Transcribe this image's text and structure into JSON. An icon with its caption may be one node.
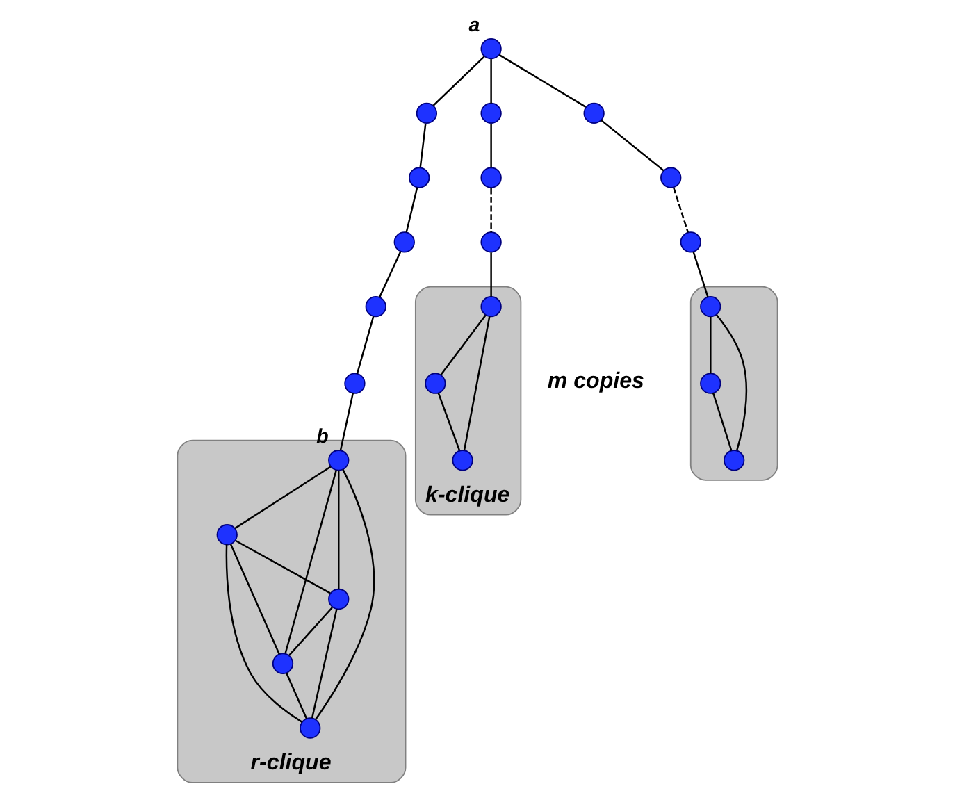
{
  "diagram": {
    "nodes": [
      {
        "text": [],
        "shape": "circle",
        "beside": [
          "a"
        ]
      },
      {
        "text": [],
        "shape": "circle"
      },
      {
        "text": [],
        "shape": "circle"
      },
      {
        "text": [],
        "shape": "circle"
      },
      {
        "text": [],
        "shape": "circle"
      },
      {
        "text": [],
        "shape": "circle"
      },
      {
        "text": [],
        "shape": "circle"
      },
      {
        "text": [],
        "shape": "circle"
      },
      {
        "text": [],
        "shape": "circle"
      },
      {
        "text": [],
        "shape": "cloud",
        "beside": [
          "k-clique"
        ]
      },
      {
        "text": [],
        "shape": "circle",
        "in": 9
      },
      {
        "text": [],
        "shape": "circle",
        "in": 9
      },
      {
        "text": [],
        "shape": "circle",
        "in": 9
      },
      {
        "text": [],
        "shape": "circle"
      },
      {
        "text": [],
        "shape": "circle"
      },
      {
        "text": [],
        "shape": "circle"
      },
      {
        "text": [],
        "shape": "cloud"
      },
      {
        "text": [],
        "shape": "circle",
        "in": 16
      },
      {
        "text": [],
        "shape": "circle",
        "in": 16
      },
      {
        "text": [],
        "shape": "circle",
        "in": 16
      },
      {
        "text": [],
        "shape": "cloud",
        "beside": [
          "r-clique"
        ]
      },
      {
        "text": [],
        "shape": "circle",
        "in": 20,
        "beside": [
          "b"
        ]
      },
      {
        "text": [],
        "shape": "circle",
        "in": 20
      },
      {
        "text": [],
        "shape": "circle",
        "in": 20
      },
      {
        "text": [],
        "shape": "circle",
        "in": 20
      },
      {
        "text": [],
        "shape": "circle",
        "in": 20
      }
    ],
    "edges": [
      {
        "from": 0,
        "to": 1,
        "arrow": "none"
      },
      {
        "from": 1,
        "to": 2,
        "arrow": "none"
      },
      {
        "from": 2,
        "to": 3,
        "arrow": "none"
      },
      {
        "from": 3,
        "to": 4,
        "arrow": "none"
      },
      {
        "from": 4,
        "to": 5,
        "arrow": "none"
      },
      {
        "from": 5,
        "to": 21,
        "arrow": "none"
      },
      {
        "from": 0,
        "to": 6,
        "arrow": "none"
      },
      {
        "from": 6,
        "to": 7,
        "arrow": "none"
      },
      {
        "from": 7,
        "to": 8,
        "arrow": "none",
        "style": "dashed"
      },
      {
        "from": 8,
        "to": 10,
        "arrow": "none"
      },
      {
        "from": 10,
        "to": 11,
        "arrow": "none"
      },
      {
        "from": 10,
        "to": 12,
        "arrow": "none"
      },
      {
        "from": 11,
        "to": 12,
        "arrow": "none"
      },
      {
        "from": 0,
        "to": 13,
        "arrow": "none"
      },
      {
        "from": 13,
        "to": 14,
        "arrow": "none"
      },
      {
        "from": 14,
        "to": 15,
        "arrow": "none",
        "style": "dashed"
      },
      {
        "from": 15,
        "to": 17,
        "arrow": "none"
      },
      {
        "from": 17,
        "to": 18,
        "arrow": "none"
      },
      {
        "from": 17,
        "to": 19,
        "arrow": "none"
      },
      {
        "from": 18,
        "to": 19,
        "arrow": "none"
      },
      {
        "from": 21,
        "to": 22,
        "arrow": "none"
      },
      {
        "from": 21,
        "to": 23,
        "arrow": "none"
      },
      {
        "from": 21,
        "to": 24,
        "arrow": "none"
      },
      {
        "from": 21,
        "to": 25,
        "arrow": "none"
      },
      {
        "from": 22,
        "to": 23,
        "arrow": "none"
      },
      {
        "from": 22,
        "to": 24,
        "arrow": "none"
      },
      {
        "from": 22,
        "to": 25,
        "arrow": "none"
      },
      {
        "from": 23,
        "to": 24,
        "arrow": "none"
      },
      {
        "from": 23,
        "to": 25,
        "arrow": "none"
      },
      {
        "from": 24,
        "to": 25,
        "arrow": "none"
      }
    ],
    "labels": [
      "m copies"
    ]
  }
}
